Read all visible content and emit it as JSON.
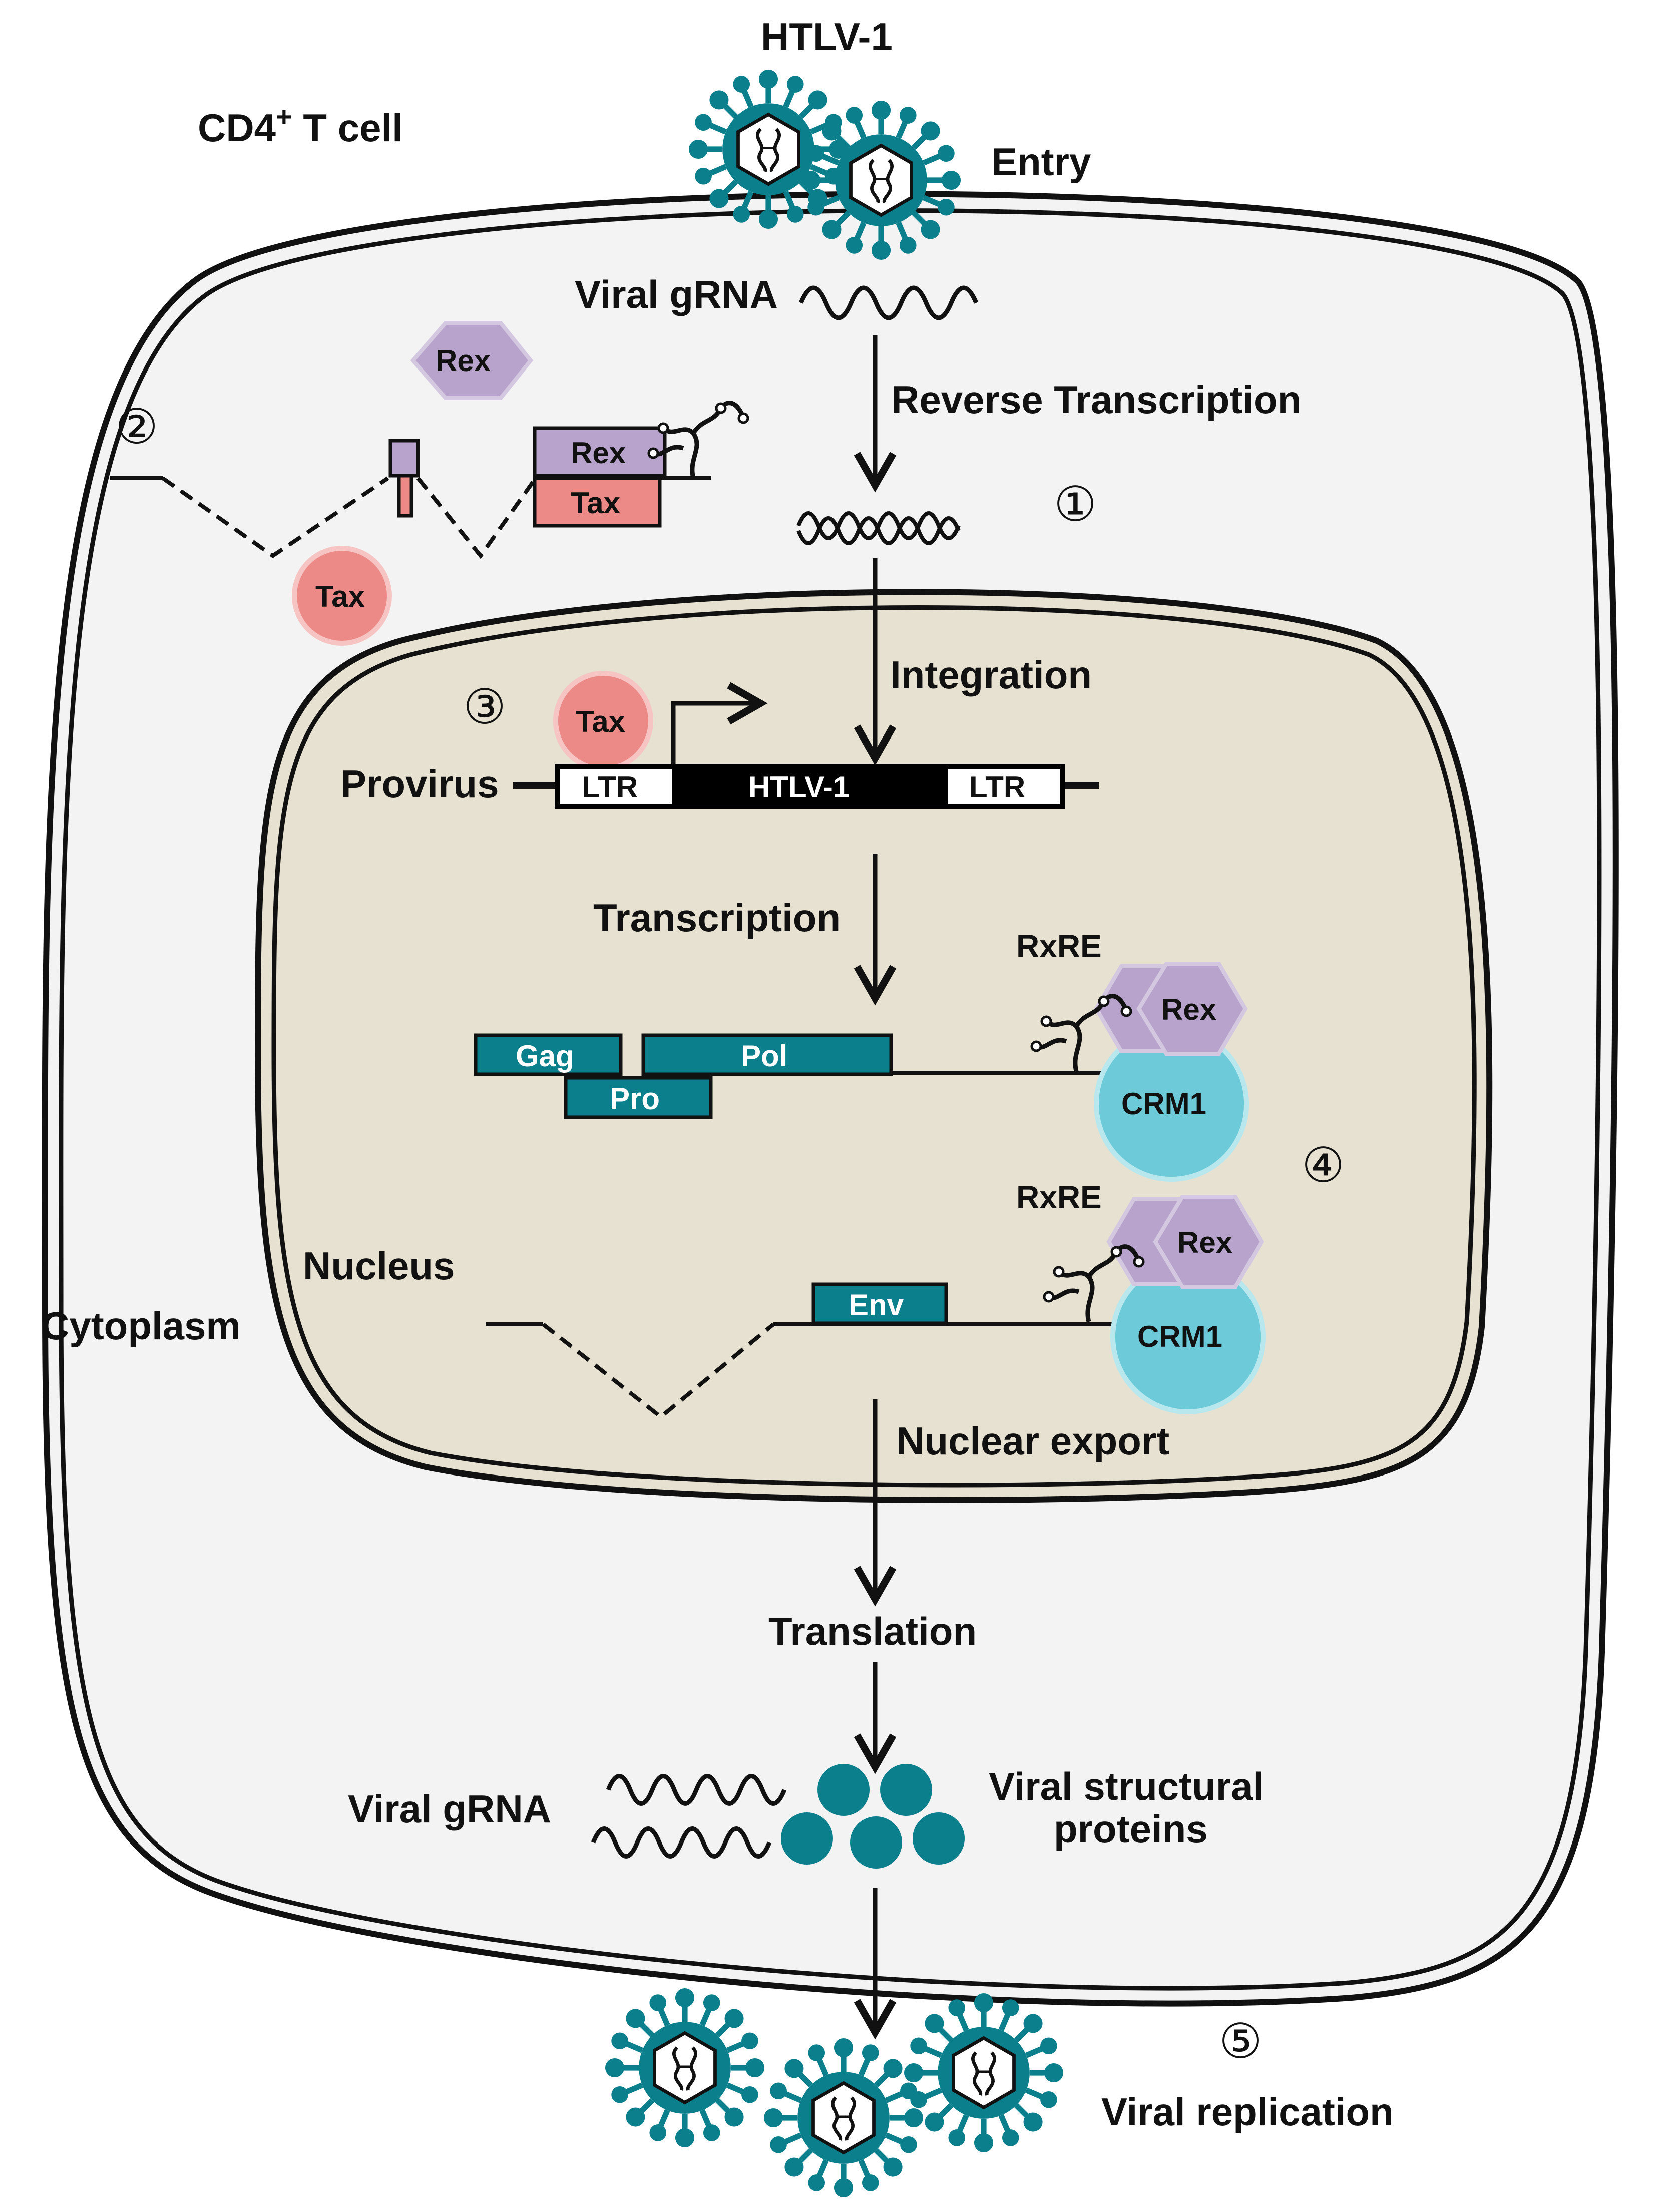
{
  "labels": {
    "virus_title": "HTLV-1",
    "cell": "CD4",
    "cell_sup": "+",
    "cell_suffix": " T cell",
    "entry": "Entry",
    "viral_grna_top": "Viral gRNA",
    "reverse_transcription": "Reverse Transcription",
    "integration": "Integration",
    "provirus": "Provirus",
    "transcription": "Transcription",
    "nuclear_export": "Nuclear export",
    "nucleus": "Nucleus",
    "cytoplasm": "Cytoplasm",
    "translation": "Translation",
    "viral_grna_bottom": "Viral gRNA",
    "structural_line1": "Viral structural",
    "structural_line2": "proteins",
    "viral_replication": "Viral replication"
  },
  "steps": {
    "s1": "①",
    "s2": "②",
    "s3": "③",
    "s4": "④",
    "s5": "⑤"
  },
  "genome": {
    "ltr_left": "LTR",
    "core": "HTLV-1",
    "ltr_right": "LTR"
  },
  "genes": {
    "gag": "Gag",
    "pol": "Pol",
    "pro": "Pro",
    "env": "Env"
  },
  "proteins": {
    "rex_free": "Rex",
    "rex_box": "Rex",
    "tax_box": "Tax",
    "tax_free": "Tax",
    "tax_promoter": "Tax",
    "rxre_1": "RxRE",
    "rex_1": "Rex",
    "crm1_1": "CRM1",
    "rxre_2": "RxRE",
    "rex_2": "Rex",
    "crm1_2": "CRM1"
  },
  "colors": {
    "cell_fill": "#f3f3f3",
    "nucleus_fill": "#e6e1d0",
    "teal": "#0b7f8c",
    "rex_purple": "#b8a3cc",
    "tax_red": "#ec8a88",
    "crm1_cyan": "#6dcbd9"
  }
}
